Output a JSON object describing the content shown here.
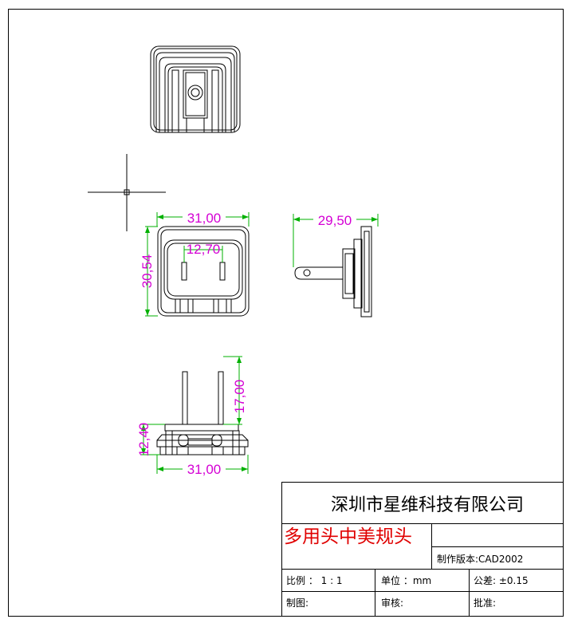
{
  "title_block": {
    "company": "深圳市星维科技有限公司",
    "part_name": "多用头中美规头",
    "version": "制作版本:CAD2002",
    "scale": "比例 ： 1 : 1",
    "unit": "单位 ：mm",
    "tolerance": "公差: ±0.15",
    "drawn_by": "制图:",
    "checked_by": "审核:",
    "approved_by": "批准:"
  },
  "dimensions": {
    "front_width": "31,00",
    "pin_spacing": "12,70",
    "front_height": "30,54",
    "side_depth": "29,50",
    "pin_length": "17,00",
    "body_height": "12,40",
    "bottom_width": "31,00"
  },
  "colors": {
    "outline": "#000000",
    "dimension_line": "#00b000",
    "dimension_text": "#d400d4",
    "part_name_text": "#e00000"
  }
}
